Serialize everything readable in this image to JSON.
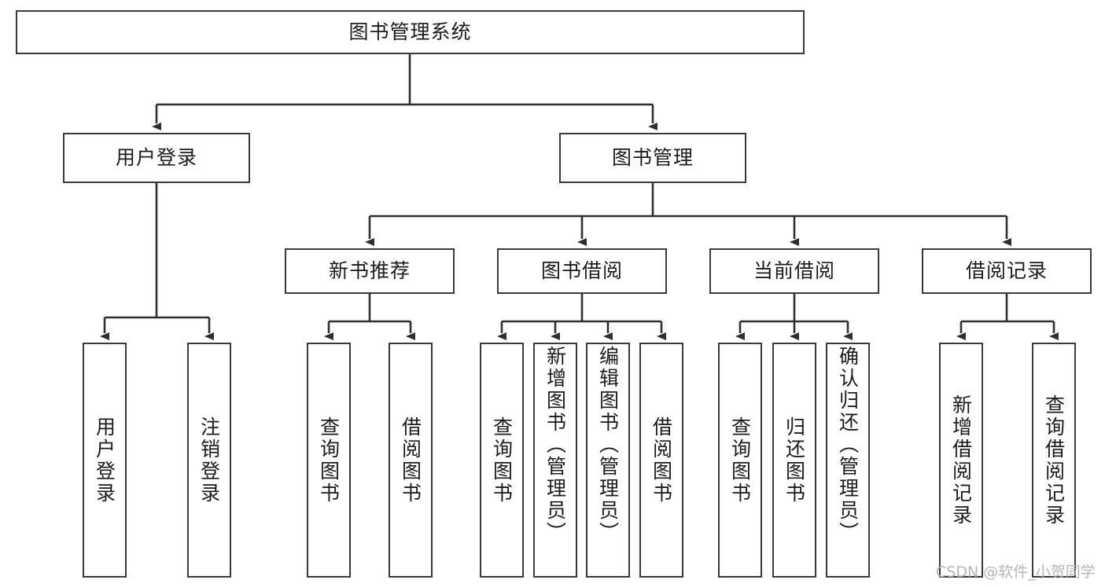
{
  "diagram": {
    "type": "tree-hierarchy",
    "title": "图书管理系统",
    "nodes": {
      "root": {
        "label": "图书管理系统",
        "level": 1,
        "orientation": "horizontal"
      },
      "user_login": {
        "label": "用户登录",
        "level": 2,
        "orientation": "horizontal"
      },
      "book_mgmt": {
        "label": "图书管理",
        "level": 2,
        "orientation": "horizontal"
      },
      "new_book_rec": {
        "label": "新书推荐",
        "level": 3,
        "orientation": "horizontal"
      },
      "book_borrow": {
        "label": "图书借阅",
        "level": 3,
        "orientation": "horizontal"
      },
      "current_borrow": {
        "label": "当前借阅",
        "level": 3,
        "orientation": "horizontal"
      },
      "borrow_record": {
        "label": "借阅记录",
        "level": 3,
        "orientation": "horizontal"
      },
      "leaf_user_login": {
        "label": "用户登录",
        "level": 4,
        "orientation": "vertical"
      },
      "leaf_logout": {
        "label": "注销登录",
        "level": 4,
        "orientation": "vertical"
      },
      "leaf_query_book_1": {
        "label": "查询图书",
        "level": 4,
        "orientation": "vertical"
      },
      "leaf_borrow_book_1": {
        "label": "借阅图书",
        "level": 4,
        "orientation": "vertical"
      },
      "leaf_query_book_2": {
        "label": "查询图书",
        "level": 4,
        "orientation": "vertical"
      },
      "leaf_add_book": {
        "label": "新增图书（管理员）",
        "level": 4,
        "orientation": "vertical"
      },
      "leaf_edit_book": {
        "label": "编辑图书（管理员）",
        "level": 4,
        "orientation": "vertical"
      },
      "leaf_borrow_book_2": {
        "label": "借阅图书",
        "level": 4,
        "orientation": "vertical"
      },
      "leaf_query_book_3": {
        "label": "查询图书",
        "level": 4,
        "orientation": "vertical"
      },
      "leaf_return_book": {
        "label": "归还图书",
        "level": 4,
        "orientation": "vertical"
      },
      "leaf_confirm_return": {
        "label": "确认归还（管理员）",
        "level": 4,
        "orientation": "vertical"
      },
      "leaf_add_record": {
        "label": "新增借阅记录",
        "level": 4,
        "orientation": "vertical"
      },
      "leaf_query_record": {
        "label": "查询借阅记录",
        "level": 4,
        "orientation": "vertical"
      }
    },
    "edges": [
      {
        "from": "root",
        "to": "user_login"
      },
      {
        "from": "root",
        "to": "book_mgmt"
      },
      {
        "from": "user_login",
        "to": "leaf_user_login"
      },
      {
        "from": "user_login",
        "to": "leaf_logout"
      },
      {
        "from": "book_mgmt",
        "to": "new_book_rec"
      },
      {
        "from": "book_mgmt",
        "to": "book_borrow"
      },
      {
        "from": "book_mgmt",
        "to": "current_borrow"
      },
      {
        "from": "book_mgmt",
        "to": "borrow_record"
      },
      {
        "from": "new_book_rec",
        "to": "leaf_query_book_1"
      },
      {
        "from": "new_book_rec",
        "to": "leaf_borrow_book_1"
      },
      {
        "from": "book_borrow",
        "to": "leaf_query_book_2"
      },
      {
        "from": "book_borrow",
        "to": "leaf_add_book"
      },
      {
        "from": "book_borrow",
        "to": "leaf_edit_book"
      },
      {
        "from": "book_borrow",
        "to": "leaf_borrow_book_2"
      },
      {
        "from": "current_borrow",
        "to": "leaf_query_book_3"
      },
      {
        "from": "current_borrow",
        "to": "leaf_return_book"
      },
      {
        "from": "current_borrow",
        "to": "leaf_confirm_return"
      },
      {
        "from": "borrow_record",
        "to": "leaf_add_record"
      },
      {
        "from": "borrow_record",
        "to": "leaf_query_record"
      }
    ],
    "colors": {
      "border": "#3a3a3a",
      "background": "#ffffff",
      "text": "#1b1b1b",
      "watermark": "#b6b6b6"
    }
  },
  "watermark": {
    "text": "CSDN @软件_小贺同学"
  }
}
